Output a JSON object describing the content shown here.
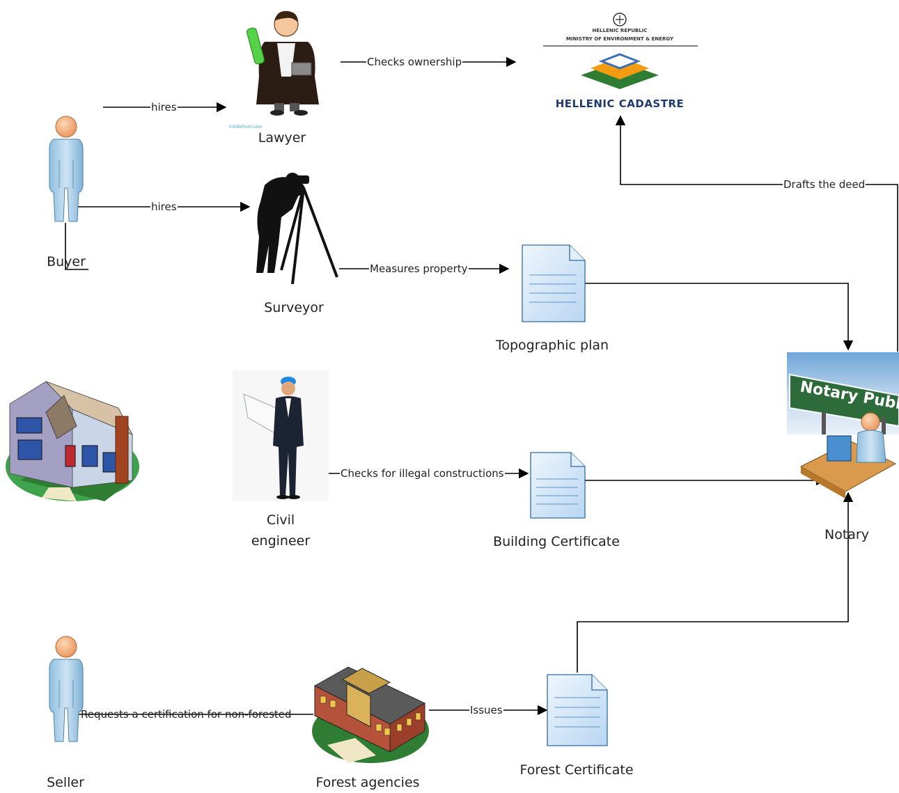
{
  "nodes": {
    "buyer": "Buyer",
    "lawyer": "Lawyer",
    "surveyor": "Surveyor",
    "topographic_plan": "Topographic plan",
    "civil_engineer_line1": "Civil",
    "civil_engineer_line2": "engineer",
    "building_certificate": "Building Certificate",
    "notary": "Notary",
    "seller": "Seller",
    "forest_agencies": "Forest agencies",
    "forest_certificate": "Forest Certificate"
  },
  "edges": {
    "buyer_lawyer": "hires",
    "buyer_surveyor": "hires",
    "lawyer_cadastre": "Checks ownership",
    "surveyor_plan": "Measures property",
    "engineer_certificate": "Checks for illegal constructions",
    "notary_cadastre": "Drafts the deed",
    "seller_forest": "Requests a certification for non-forested",
    "forest_issues": "Issues"
  },
  "cadastre_logo": {
    "line1": "HELLENIC REPUBLIC",
    "line2": "MINISTRY OF ENVIRONMENT & ENERGY",
    "brand": "HELLENIC CADASTRE"
  },
  "notary_sign": "Notary Public",
  "lawyer_watermark": "©KidsFront.com",
  "icons": {
    "person": "person-icon",
    "lawyer": "lawyer-icon",
    "surveyor": "surveyor-icon",
    "document": "document-icon",
    "engineer": "engineer-icon",
    "house": "house-icon",
    "building": "building-icon",
    "notary": "notary-icon",
    "logo": "cadastre-logo"
  },
  "colors": {
    "person_body": "#a9cde6",
    "person_head": "#f3b07a",
    "document": "#cfe3f7",
    "cadastre_green": "#2e7d32",
    "cadastre_orange": "#f39c12",
    "cadastre_navy": "#1f3a6e"
  }
}
